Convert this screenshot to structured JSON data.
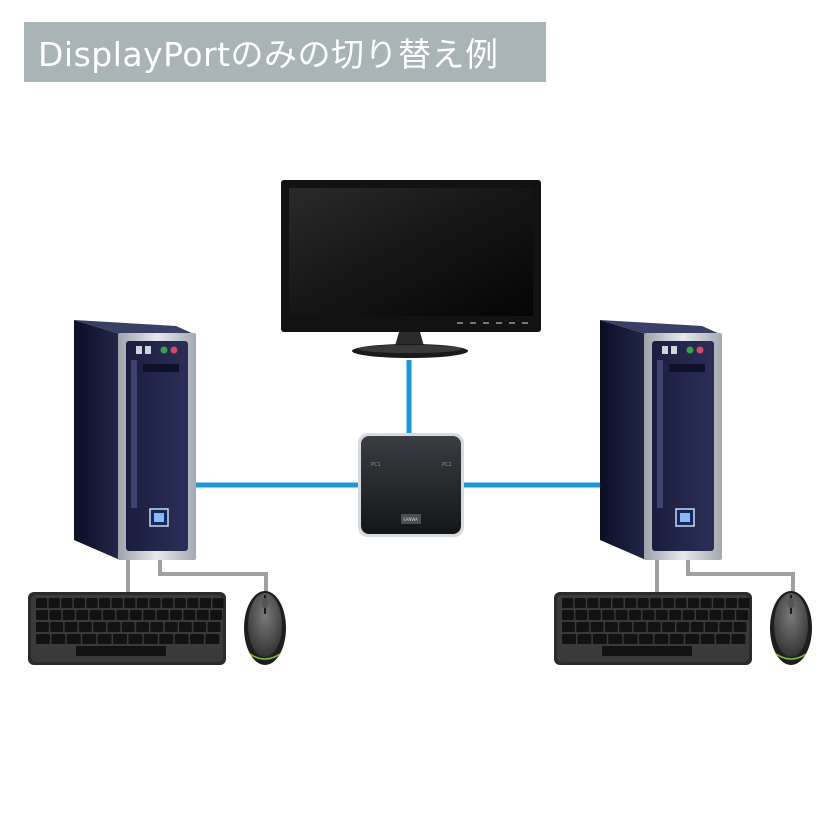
{
  "title": "DisplayPortのみの切り替え例",
  "colors": {
    "banner": "#a8b4b6",
    "displayport_cable": "#1e96d6",
    "usb_cable": "#9a9a9a",
    "pc_body": "#1a1d3c",
    "pc_silver": "#c9cdd3"
  },
  "diagram": {
    "switch_port_left": "PC1",
    "switch_port_right": "PC2",
    "switch_brand": "SANWA",
    "devices": [
      "monitor",
      "switch",
      "pc-left",
      "pc-right",
      "keyboard-left",
      "keyboard-right",
      "mouse-left",
      "mouse-right"
    ]
  }
}
